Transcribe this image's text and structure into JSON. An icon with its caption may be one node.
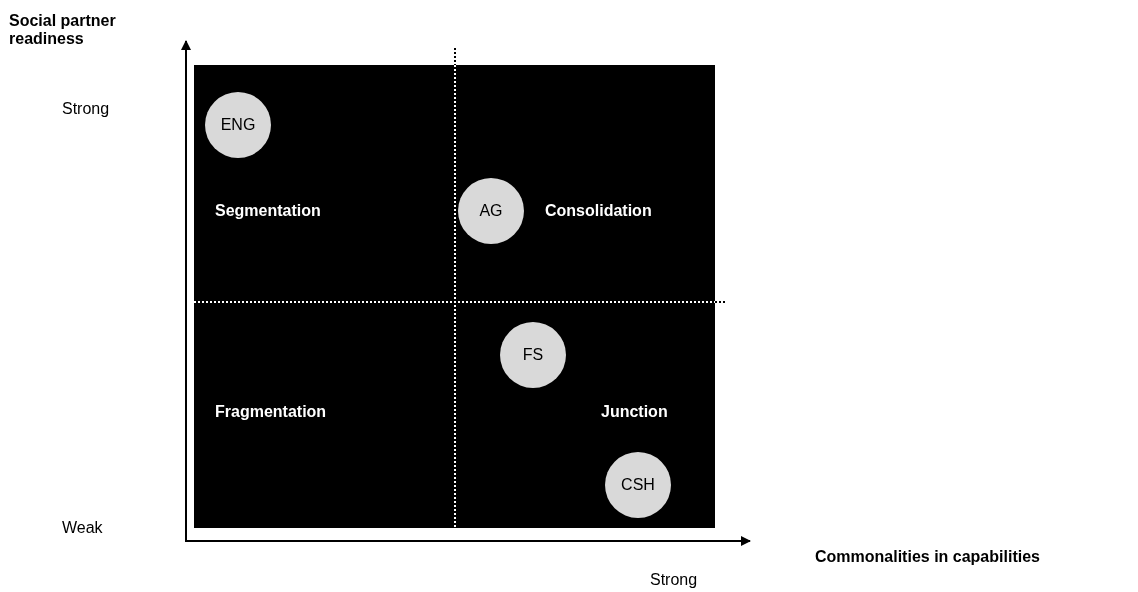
{
  "diagram": {
    "nodes": [
      {
        "text": [
          "Segmentation"
        ]
      },
      {
        "text": [
          "ENG"
        ],
        "in": 0
      },
      {
        "text": [
          "Consolidation"
        ]
      },
      {
        "text": [
          "AG"
        ],
        "in": 2
      },
      {
        "text": [
          "Fragmentation"
        ]
      },
      {
        "text": [
          "Junction"
        ]
      },
      {
        "text": [
          "FS"
        ],
        "in": 5
      },
      {
        "text": [
          "CSH"
        ],
        "in": 5
      }
    ],
    "edges": [],
    "labels": [
      "Social partner readiness",
      "Strong",
      "Weak",
      "Commonalities in capabilities",
      "Strong"
    ]
  }
}
